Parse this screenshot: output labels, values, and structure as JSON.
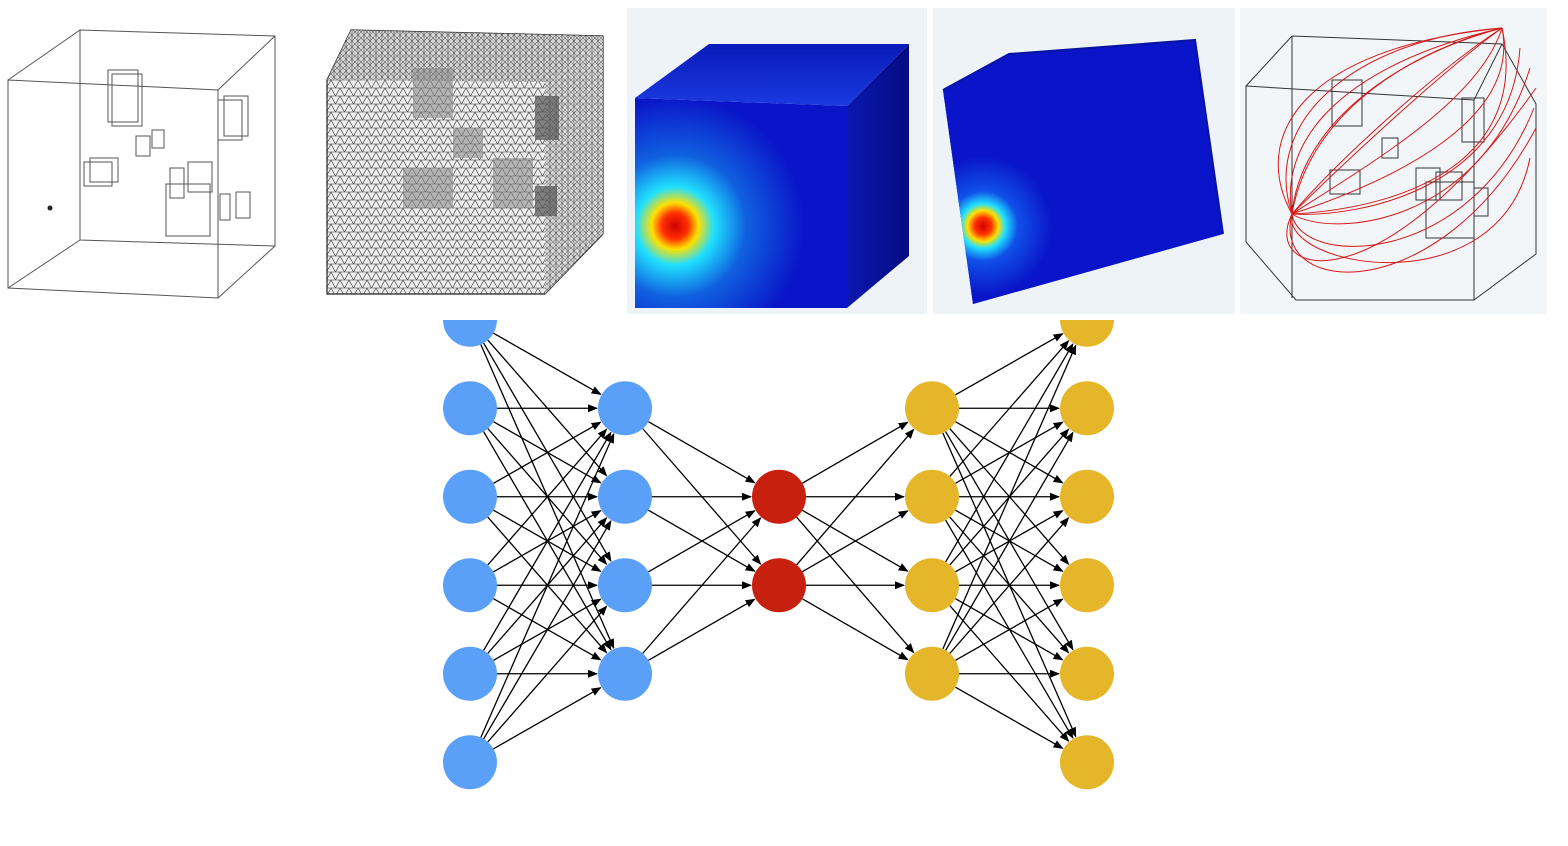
{
  "panels": [
    {
      "key": "geometry",
      "icon": "wireframe-cube-icon"
    },
    {
      "key": "mesh",
      "icon": "meshed-cube-icon"
    },
    {
      "key": "field_wide_source",
      "icon": "field-cube-icon"
    },
    {
      "key": "field_narrow_source",
      "icon": "field-cube-icon"
    },
    {
      "key": "streamlines",
      "icon": "streamline-cube-icon"
    }
  ],
  "colors": {
    "encoder": "#5aa0f8",
    "bottleneck": "#c8200e",
    "decoder": "#e6b62a",
    "edge": "#000000",
    "field_base": "#0a14c8",
    "field_side": "#081090",
    "streamline": "#d81818"
  },
  "network": {
    "layers": [
      {
        "role": "input",
        "nodes": 6,
        "color_key": "encoder"
      },
      {
        "role": "encoder-hidden",
        "nodes": 4,
        "color_key": "encoder"
      },
      {
        "role": "bottleneck",
        "nodes": 2,
        "color_key": "bottleneck"
      },
      {
        "role": "decoder-hidden",
        "nodes": 4,
        "color_key": "decoder"
      },
      {
        "role": "output",
        "nodes": 6,
        "color_key": "decoder"
      }
    ],
    "connectivity": "fully-connected"
  }
}
